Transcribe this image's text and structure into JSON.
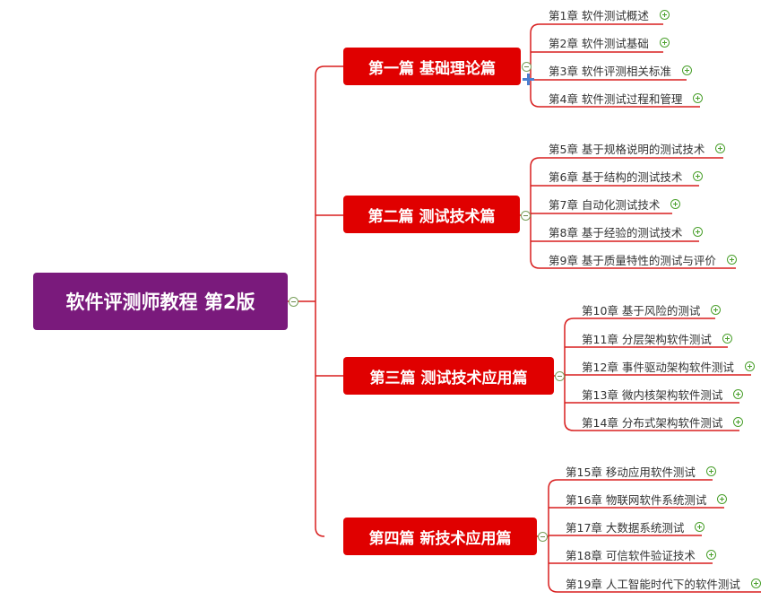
{
  "root": {
    "title": "软件评测师教程 第2版"
  },
  "parts": [
    {
      "title": "第一篇 基础理论篇",
      "chapters": [
        "第1章 软件测试概述",
        "第2章 软件测试基础",
        "第3章 软件评测相关标准",
        "第4章 软件测试过程和管理"
      ]
    },
    {
      "title": "第二篇 测试技术篇",
      "chapters": [
        "第5章 基于规格说明的测试技术",
        "第6章 基于结构的测试技术",
        "第7章 自动化测试技术",
        "第8章 基于经验的测试技术",
        "第9章 基于质量特性的测试与评价"
      ]
    },
    {
      "title": "第三篇 测试技术应用篇",
      "chapters": [
        "第10章 基于风险的测试",
        "第11章 分层架构软件测试",
        "第12章 事件驱动架构软件测试",
        "第13章 微内核架构软件测试",
        "第14章 分布式架构软件测试"
      ]
    },
    {
      "title": "第四篇 新技术应用篇",
      "chapters": [
        "第15章 移动应用软件测试",
        "第16章 物联网软件系统测试",
        "第17章 大数据系统测试",
        "第18章 可信软件验证技术",
        "第19章 人工智能时代下的软件测试"
      ]
    }
  ],
  "colors": {
    "root": "#7a1a7c",
    "part": "#e00000",
    "line": "#d81e1e",
    "expand": "#4aa02c"
  }
}
